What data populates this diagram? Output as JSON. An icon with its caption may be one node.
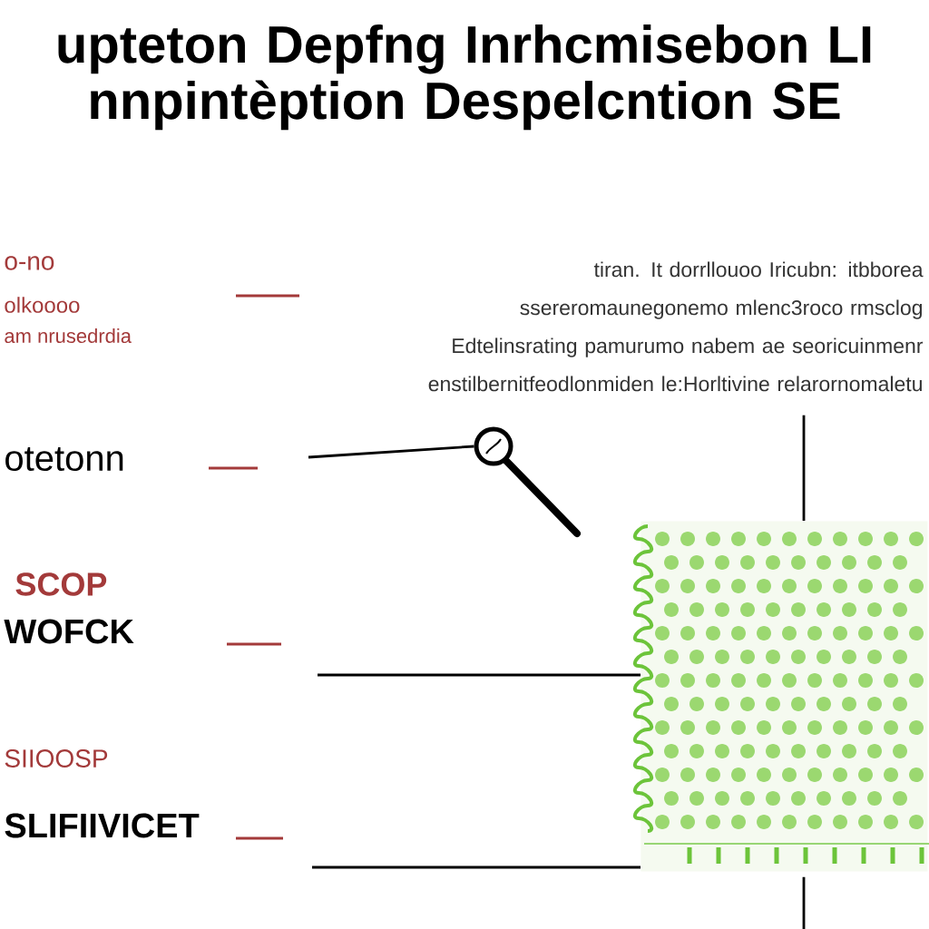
{
  "diagram": {
    "title": "upteton Depfng Inrhcmisebon LI nnpintèption Despelcntion SE",
    "nodes": [
      {
        "text": [
          "tiran. It dorrllouoo Iricubn: itbborea ssereromaunegonemo mlenc3roco rmsclog Edtelinsrating pamurumo nabem ae seoricuinmenr enstilbernitfeodlonmiden le:Horltivine relarornomaletu"
        ]
      },
      {
        "text": [],
        "shape": "box"
      },
      {
        "text": [],
        "shape": "magnifier"
      }
    ],
    "edges": [
      {
        "from": null,
        "to": 2,
        "arrow": "none"
      },
      {
        "from": null,
        "to": 1,
        "arrow": "none"
      },
      {
        "from": null,
        "to": 1,
        "arrow": "none"
      },
      {
        "from": 0,
        "to": 1,
        "arrow": "none"
      },
      {
        "from": 1,
        "to": null,
        "arrow": "none"
      }
    ],
    "labels": [
      "o-no",
      "olkoooo",
      "am nrusedrdia",
      "otetonn",
      "SCOP",
      "WOFCK",
      "SIIOOSP",
      "SLIFIIVICET"
    ]
  }
}
